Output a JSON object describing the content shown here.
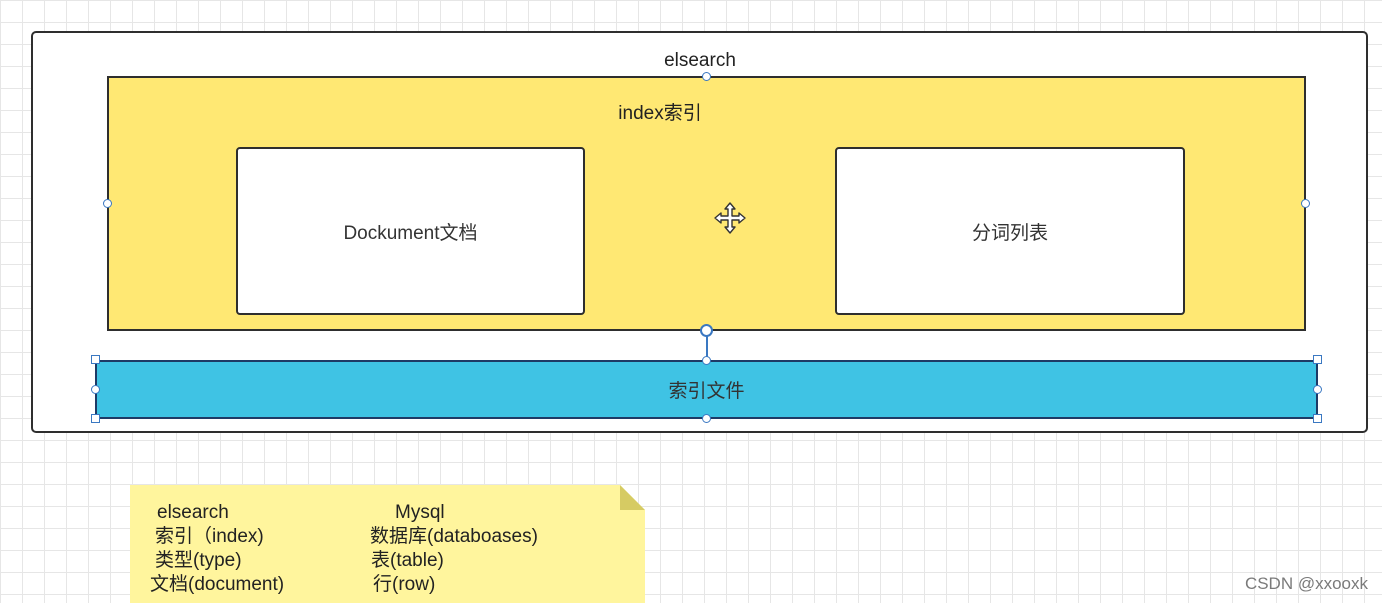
{
  "diagram": {
    "outer_title": "elsearch",
    "index_title": "index索引",
    "document_box": "Dockument文档",
    "term_list_box": "分词列表",
    "index_file_box": "索引文件"
  },
  "note": {
    "left_col": [
      "elsearch",
      "索引（index)",
      "类型(type)",
      "文档(document)"
    ],
    "right_col": [
      "Mysql",
      "数据库(databoases)",
      "表(table)",
      "行(row)"
    ]
  },
  "watermark": "CSDN @xxooxk",
  "icons": {
    "move_cursor": "move-cursor-icon"
  },
  "colors": {
    "index_fill": "#ffe873",
    "index_file_fill": "#3fc3e4",
    "note_fill": "#fff59d",
    "handle_stroke": "#3a78c2"
  }
}
